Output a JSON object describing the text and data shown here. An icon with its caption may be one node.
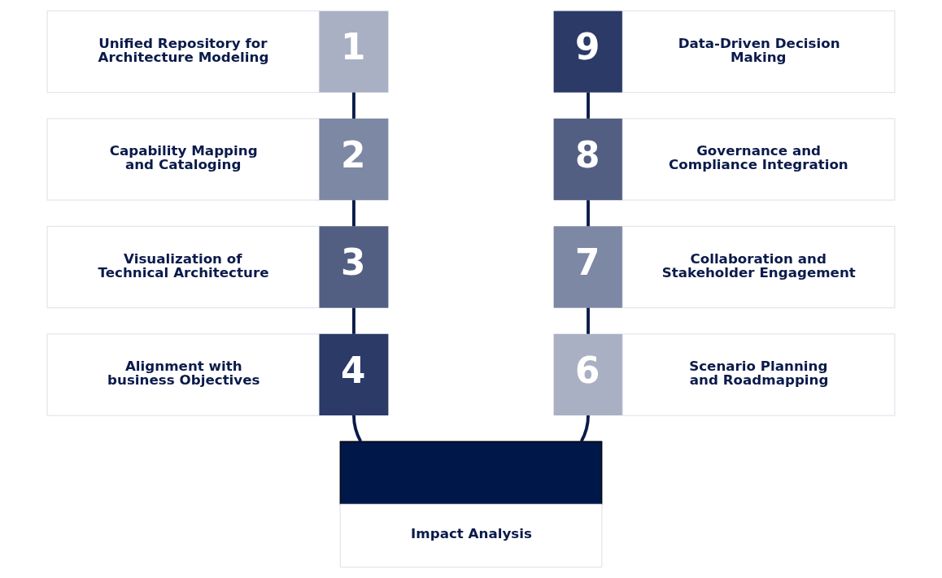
{
  "diagram": {
    "nodes": [
      {
        "text": [
          "Unified Repository for Architecture Modeling",
          "1"
        ]
      },
      {
        "text": [
          "Capability Mapping and Cataloging",
          "2"
        ]
      },
      {
        "text": [
          "Visualization of Technical Architecture",
          "3"
        ]
      },
      {
        "text": [
          "Alignment with business Objectives",
          "4"
        ]
      },
      {
        "text": [
          "Impact Analysis"
        ]
      },
      {
        "text": [
          "6",
          "Scenario Planning and Roadmapping"
        ]
      },
      {
        "text": [
          "7",
          "Collaboration and Stakeholder Engagement"
        ]
      },
      {
        "text": [
          "8",
          "Governance and Compliance Integration"
        ]
      },
      {
        "text": [
          "9",
          "Data-Driven Decision Making"
        ]
      }
    ],
    "edges": [
      {
        "from": 0,
        "to": 1,
        "arrow": "none"
      },
      {
        "from": 1,
        "to": 2,
        "arrow": "none"
      },
      {
        "from": 2,
        "to": 3,
        "arrow": "none"
      },
      {
        "from": 3,
        "to": 4,
        "arrow": "none"
      },
      {
        "from": 4,
        "to": 5,
        "arrow": "none"
      },
      {
        "from": 5,
        "to": 6,
        "arrow": "none"
      },
      {
        "from": 6,
        "to": 7,
        "arrow": "none"
      },
      {
        "from": 7,
        "to": 8,
        "arrow": "none"
      }
    ]
  }
}
